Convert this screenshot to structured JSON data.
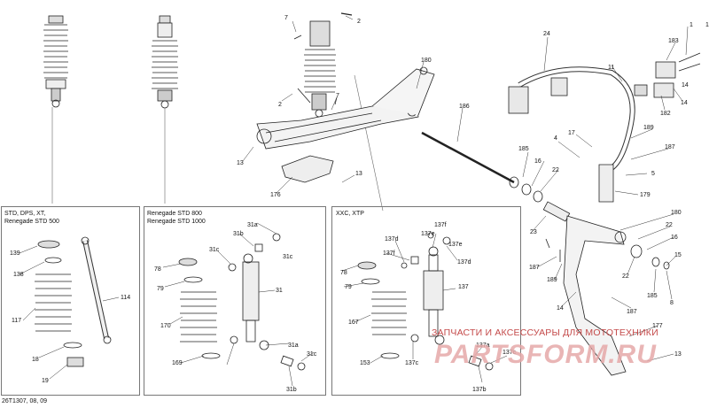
{
  "labels": [
    "1",
    "2",
    "7",
    "2",
    "7",
    "180",
    "24",
    "183",
    "11",
    "1",
    "14",
    "182",
    "14",
    "186",
    "185",
    "4",
    "17",
    "189",
    "187",
    "16",
    "22",
    "5",
    "179",
    "13",
    "176",
    "13",
    "180",
    "22",
    "23",
    "16",
    "15",
    "187",
    "189",
    "22",
    "185",
    "8",
    "14",
    "187",
    "177",
    "13",
    "139",
    "138",
    "114",
    "117",
    "18",
    "19",
    "31a",
    "31b",
    "31c",
    "78",
    "79",
    "31",
    "170",
    "31a",
    "31c",
    "31c",
    "169",
    "31b",
    "137f",
    "137e",
    "137d",
    "137f",
    "137d",
    "137e",
    "78",
    "79",
    "137",
    "167",
    "137a",
    "153",
    "137c",
    "137c",
    "137b"
  ],
  "boxes": {
    "box1": [
      "STD, DPS, XT,",
      "Renegade STD 500"
    ],
    "box2": [
      "Renegade STD 800",
      "Renegade STD 1000"
    ],
    "box3": [
      "XXC, XTP"
    ]
  },
  "watermark": {
    "line1": "ЗАПЧАСТИ И АКСЕССУАРЫ ДЛЯ МОТОТЕХНИКИ",
    "line2": "PARTSFORM.RU"
  },
  "footer": "26T1307, 08, 09"
}
